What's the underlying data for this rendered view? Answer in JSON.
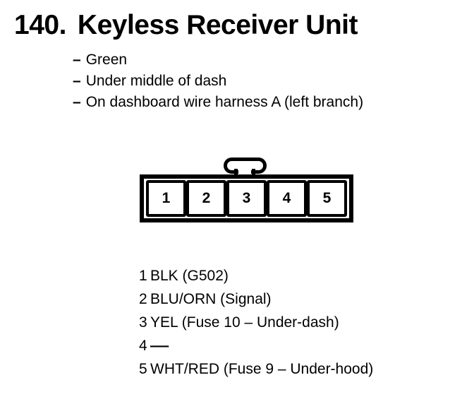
{
  "title": {
    "number": "140.",
    "text": "Keyless Receiver Unit"
  },
  "notes": {
    "dash": "–",
    "items": [
      "Green",
      "Under middle of dash",
      "On dashboard wire harness A (left branch)"
    ]
  },
  "connector": {
    "pins": [
      "1",
      "2",
      "3",
      "4",
      "5"
    ]
  },
  "pinout": [
    {
      "pin": "1",
      "desc": "BLK (G502)"
    },
    {
      "pin": "2",
      "desc": "BLU/ORN (Signal)"
    },
    {
      "pin": "3",
      "desc": "YEL (Fuse 10 – Under-dash)"
    },
    {
      "pin": "4",
      "desc": "—"
    },
    {
      "pin": "5",
      "desc": "WHT/RED (Fuse 9 – Under-hood)"
    }
  ],
  "colors": {
    "ink": "#000000",
    "paper": "#ffffff"
  }
}
